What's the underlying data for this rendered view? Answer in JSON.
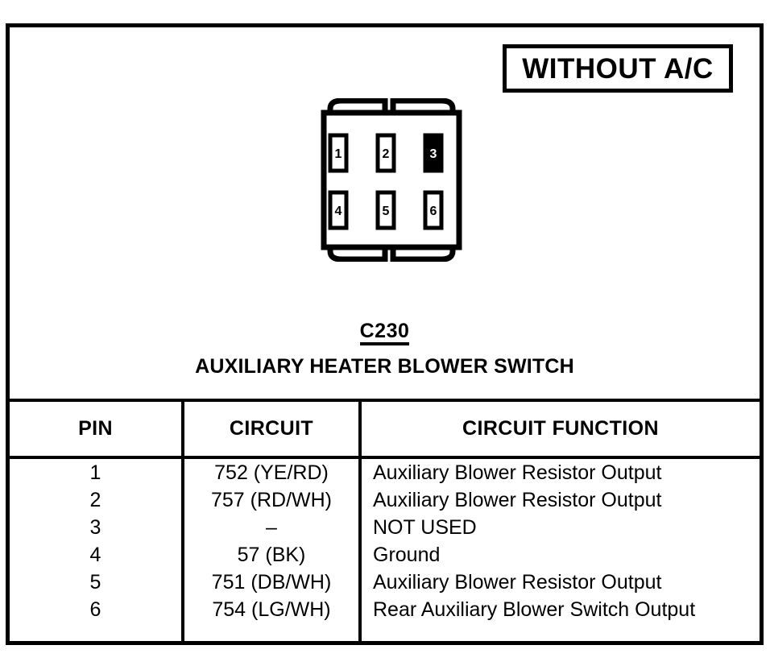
{
  "title_badge": {
    "label": "WITHOUT A/C"
  },
  "connector": {
    "id": "C230",
    "name": "AUXILIARY HEATER BLOWER SWITCH",
    "pins": [
      {
        "number": "1",
        "filled": false
      },
      {
        "number": "2",
        "filled": false
      },
      {
        "number": "3",
        "filled": true
      },
      {
        "number": "4",
        "filled": false
      },
      {
        "number": "5",
        "filled": false
      },
      {
        "number": "6",
        "filled": false
      }
    ]
  },
  "table": {
    "headers": {
      "pin": "PIN",
      "circuit": "CIRCUIT",
      "function": "CIRCUIT FUNCTION"
    },
    "rows": [
      {
        "pin": "1",
        "circuit": "752 (YE/RD)",
        "function": "Auxiliary Blower Resistor Output"
      },
      {
        "pin": "2",
        "circuit": "757 (RD/WH)",
        "function": "Auxiliary Blower Resistor Output"
      },
      {
        "pin": "3",
        "circuit": "–",
        "function": "NOT USED"
      },
      {
        "pin": "4",
        "circuit": "57 (BK)",
        "function": "Ground"
      },
      {
        "pin": "5",
        "circuit": "751 (DB/WH)",
        "function": "Auxiliary Blower Resistor Output"
      },
      {
        "pin": "6",
        "circuit": "754 (LG/WH)",
        "function": "Rear Auxiliary Blower Switch Output"
      }
    ]
  },
  "colors": {
    "ink": "#000000",
    "paper": "#ffffff"
  }
}
